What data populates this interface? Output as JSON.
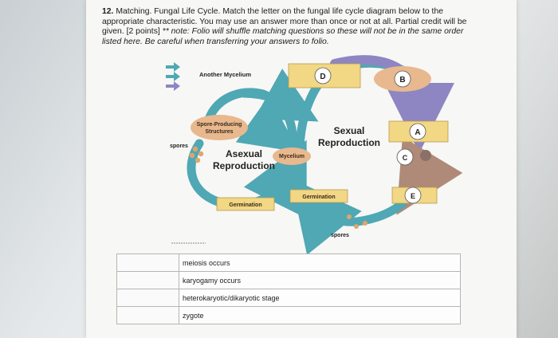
{
  "question": {
    "number": "12.",
    "title": "Matching. Fungal Life Cycle.",
    "instructions": "Match the letter on the fungal life cycle diagram below to the appropriate characteristic. You may use an answer more than once or not at all. Partial credit will be given. [2 points]",
    "note": "** note: Folio will shuffle matching questions so these will not be in the same order listed here. Be careful when transferring your answers to folio."
  },
  "diagram": {
    "labels": {
      "another_mycelium": "Another Mycelium",
      "spore_producing": "Spore-Producing",
      "structures": "Structures",
      "spores_left": "spores",
      "asexual_1": "Asexual",
      "asexual_2": "Reproduction",
      "mycelium": "Mycelium",
      "sexual_1": "Sexual",
      "sexual_2": "Reproduction",
      "germination_left": "Germination",
      "germination_right": "Germination",
      "spores_bottom": "spores"
    },
    "letters": {
      "a": "A",
      "b": "B",
      "c": "C",
      "d": "D",
      "e": "E"
    },
    "colors": {
      "arrow_teal": "#4fa8b4",
      "arrow_purple": "#8e86c2",
      "arrow_brown": "#b08a78",
      "label_box": "#f2d784",
      "oval": "#e8b88e"
    }
  },
  "rows": [
    {
      "label": "meiosis occurs"
    },
    {
      "label": "karyogamy occurs"
    },
    {
      "label": "heterokaryotic/dikaryotic stage"
    },
    {
      "label": "zygote"
    }
  ]
}
